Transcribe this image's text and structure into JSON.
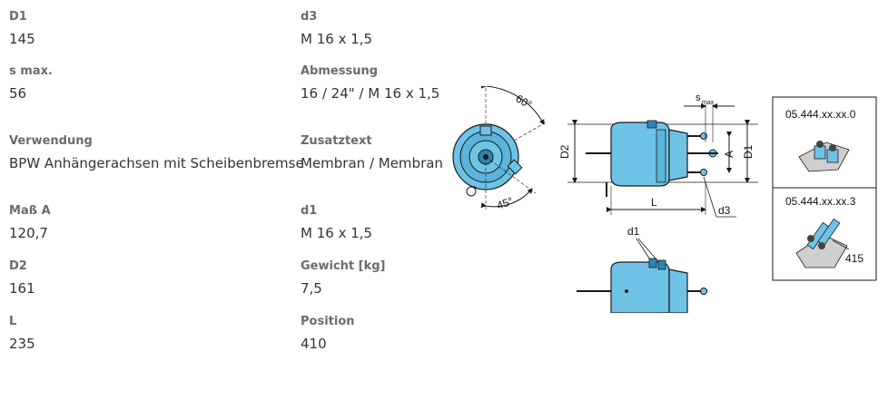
{
  "specs": {
    "d1_upper": {
      "label": "D1",
      "value": "145"
    },
    "s_max": {
      "label": "s max.",
      "value": "56"
    },
    "verwendung": {
      "label": "Verwendung",
      "value": "BPW Anhängerachsen mit Scheibenbremse"
    },
    "mass_a": {
      "label": "Maß A",
      "value": "120,7"
    },
    "d2": {
      "label": "D2",
      "value": "161"
    },
    "l": {
      "label": "L",
      "value": "235"
    },
    "d3": {
      "label": "d3",
      "value": "M 16 x 1,5"
    },
    "abmessung": {
      "label": "Abmessung",
      "value": "16 / 24\" / M 16 x 1,5"
    },
    "zusatztext": {
      "label": "Zusatztext",
      "value": "Membran / Membran"
    },
    "d1_lower": {
      "label": "d1",
      "value": "M 16 x 1,5"
    },
    "gewicht": {
      "label": "Gewicht [kg]",
      "value": "7,5"
    },
    "position": {
      "label": "Position",
      "value": "410"
    }
  },
  "drawing": {
    "angle_top": "60°",
    "angle_bottom": "45°",
    "dim_d2": "D2",
    "dim_d1": "D1",
    "dim_a": "A",
    "dim_l": "L",
    "dim_d3": "d3",
    "dim_d1_port": "d1",
    "dim_smax_s": "s",
    "dim_smax_sub": "max",
    "variant_1": "05.444.xx.xx.0",
    "variant_2": "05.444.xx.xx.3",
    "variant_2_note": "415"
  },
  "colors": {
    "chamber": "#6fc3e6",
    "chamber_dark": "#2b86b4",
    "line": "#1a1a1a"
  }
}
